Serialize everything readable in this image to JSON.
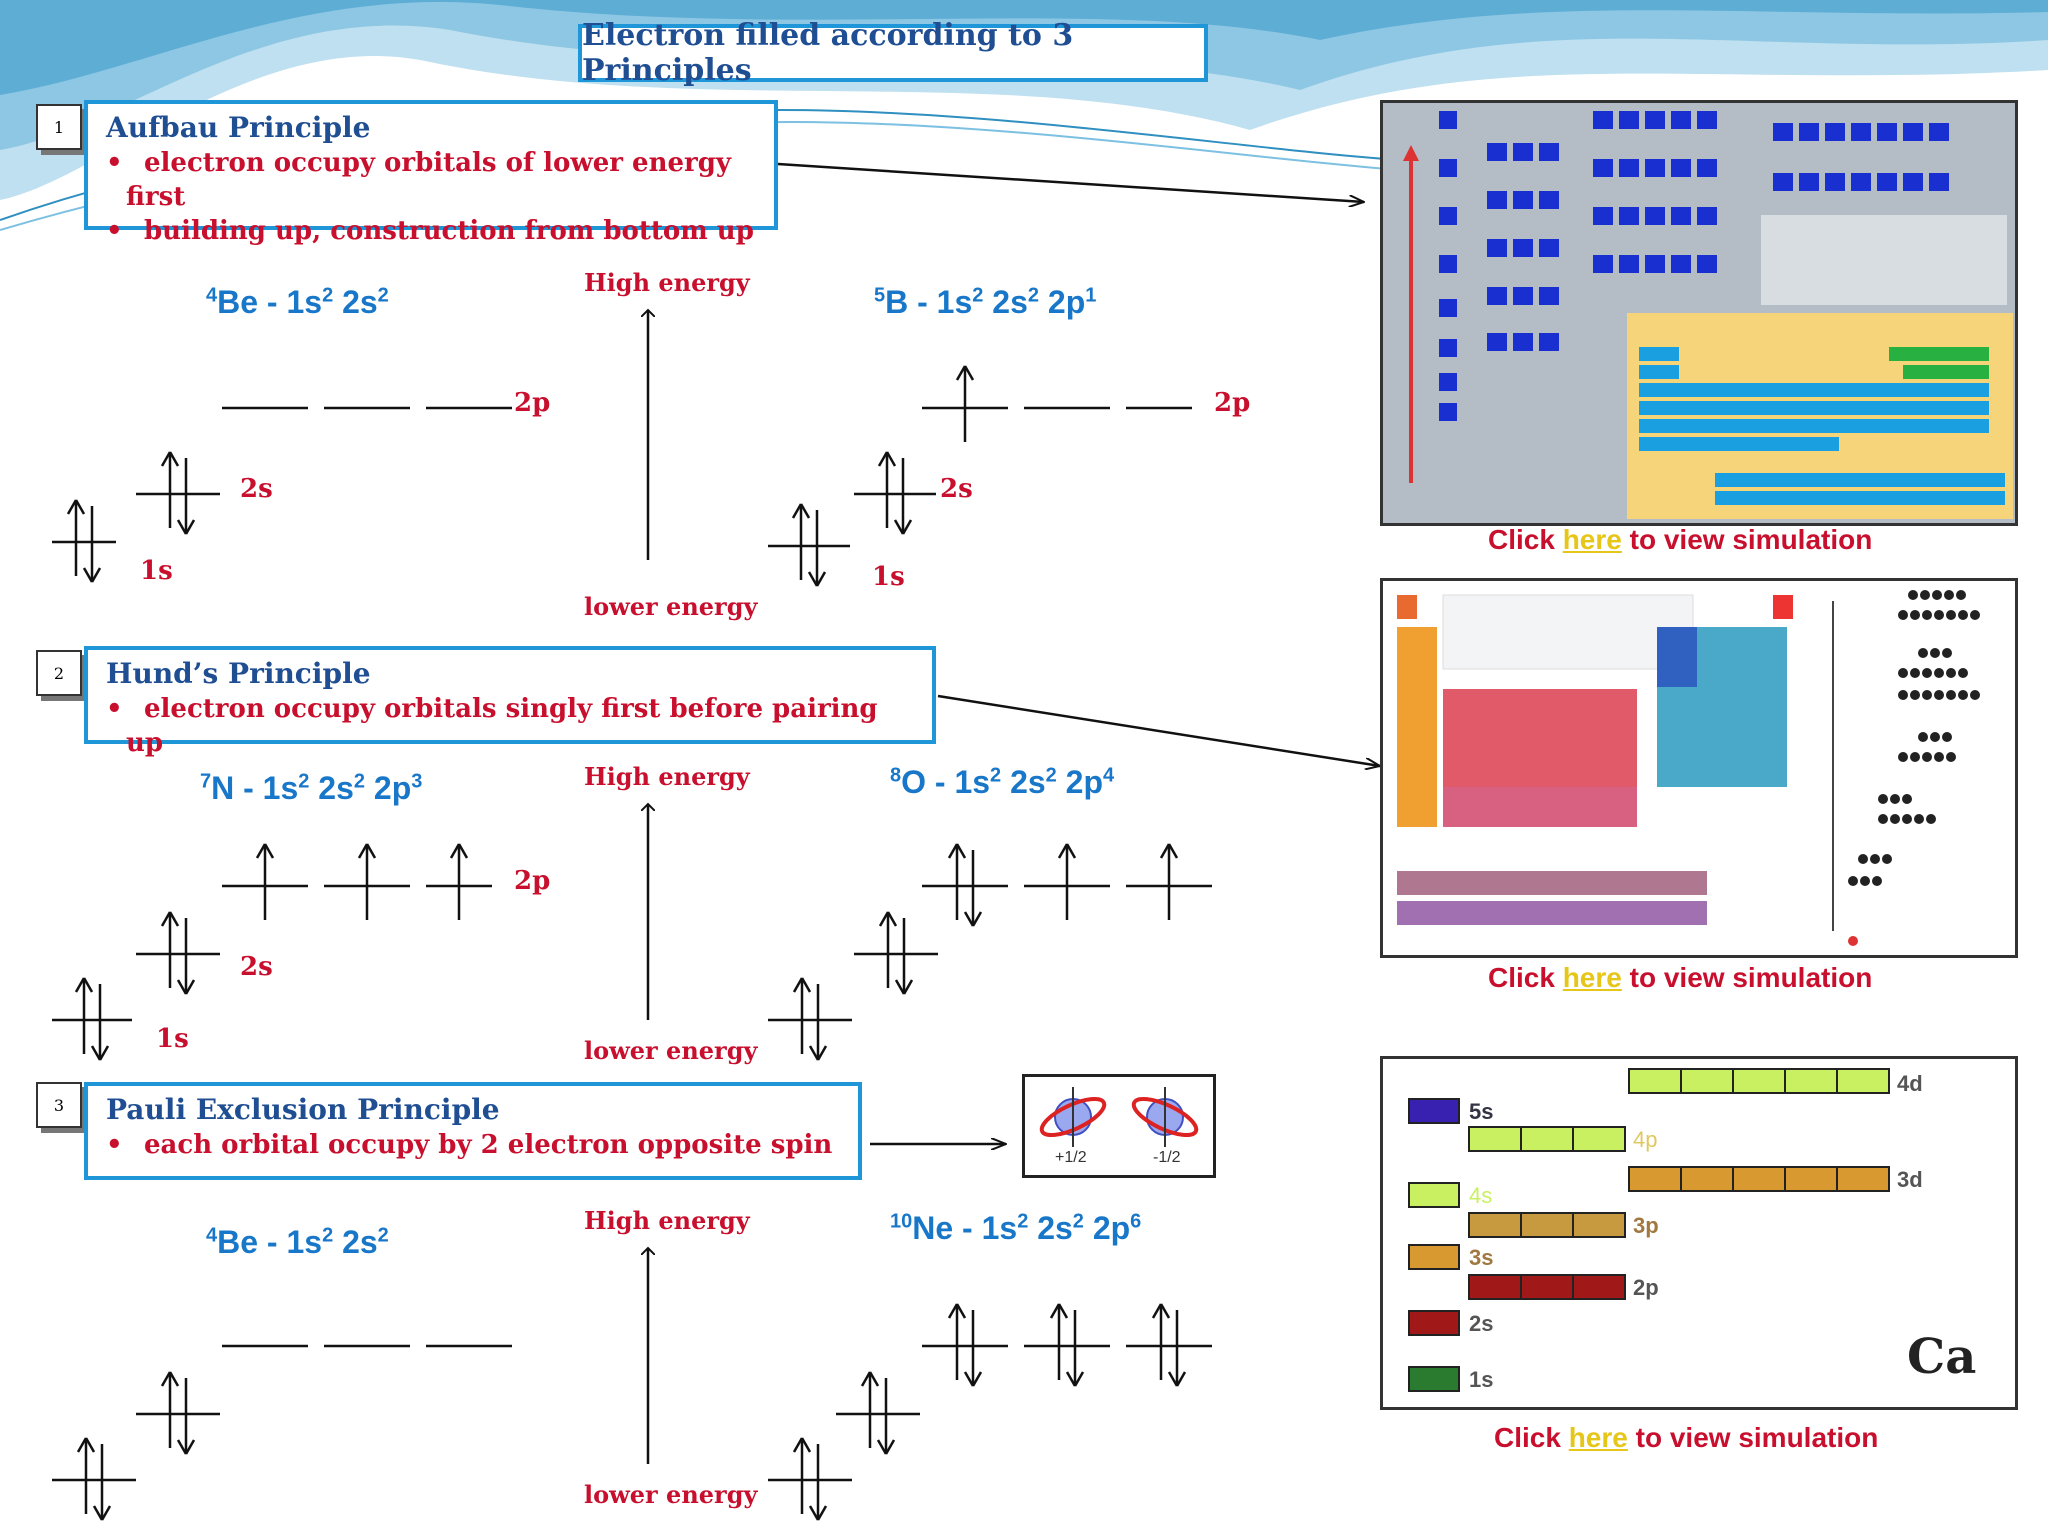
{
  "title": "Electron filled according to 3 Principles",
  "principles": [
    {
      "num": "1",
      "heading": "Aufbau Principle",
      "bullets": [
        "electron occupy orbitals of lower energy first",
        "building up, construction from bottom up"
      ]
    },
    {
      "num": "2",
      "heading": "Hund’s Principle",
      "bullets": [
        "electron occupy orbitals singly first before pairing up"
      ]
    },
    {
      "num": "3",
      "heading": "Pauli Exclusion Principle",
      "bullets": [
        "each orbital occupy by 2 electron opposite spin"
      ]
    }
  ],
  "energy": {
    "high": "High energy",
    "low": "lower energy"
  },
  "configs": {
    "be1": {
      "z": "4",
      "sym": "Be",
      "text": " - 1s",
      "p1": "2",
      "t2": " 2s",
      "p2": "2",
      "t3": "",
      "p3": ""
    },
    "b": {
      "z": "5",
      "sym": "B",
      "text": " - 1s",
      "p1": "2",
      "t2": " 2s",
      "p2": "2",
      "t3": " 2p",
      "p3": "1"
    },
    "n": {
      "z": "7",
      "sym": "N",
      "text": " - 1s",
      "p1": "2",
      "t2": " 2s",
      "p2": "2",
      "t3": " 2p",
      "p3": "3"
    },
    "o": {
      "z": "8",
      "sym": "O",
      "text": " - 1s",
      "p1": "2",
      "t2": " 2s",
      "p2": "2",
      "t3": " 2p",
      "p3": "4"
    },
    "be2": {
      "z": "4",
      "sym": "Be",
      "text": " - 1s",
      "p1": "2",
      "t2": " 2s",
      "p2": "2",
      "t3": "",
      "p3": ""
    },
    "ne": {
      "z": "10",
      "sym": "Ne",
      "text": " - 1s",
      "p1": "2",
      "t2": " 2s",
      "p2": "2",
      "t3": " 2p",
      "p3": "6"
    }
  },
  "orbital_labels": {
    "p": "2p",
    "s2": "2s",
    "s1": "1s"
  },
  "spin": {
    "up": "+1/2",
    "down": "-1/2"
  },
  "click": {
    "pre": "Click ",
    "link": "here",
    "post": " to view simulation"
  },
  "sim3": {
    "labels": {
      "l4d": "4d",
      "l5s": "5s",
      "l4p": "4p",
      "l3d": "3d",
      "l4s": "4s",
      "l3p": "3p",
      "l3s": "3s",
      "l2p": "2p",
      "l2s": "2s",
      "l1s": "1s",
      "element": "Ca"
    }
  },
  "colors": {
    "accent": "#1e96d8",
    "heading": "#1f4e92",
    "red": "#c8102e",
    "config_blue": "#1877c9",
    "link": "#e6c619"
  }
}
